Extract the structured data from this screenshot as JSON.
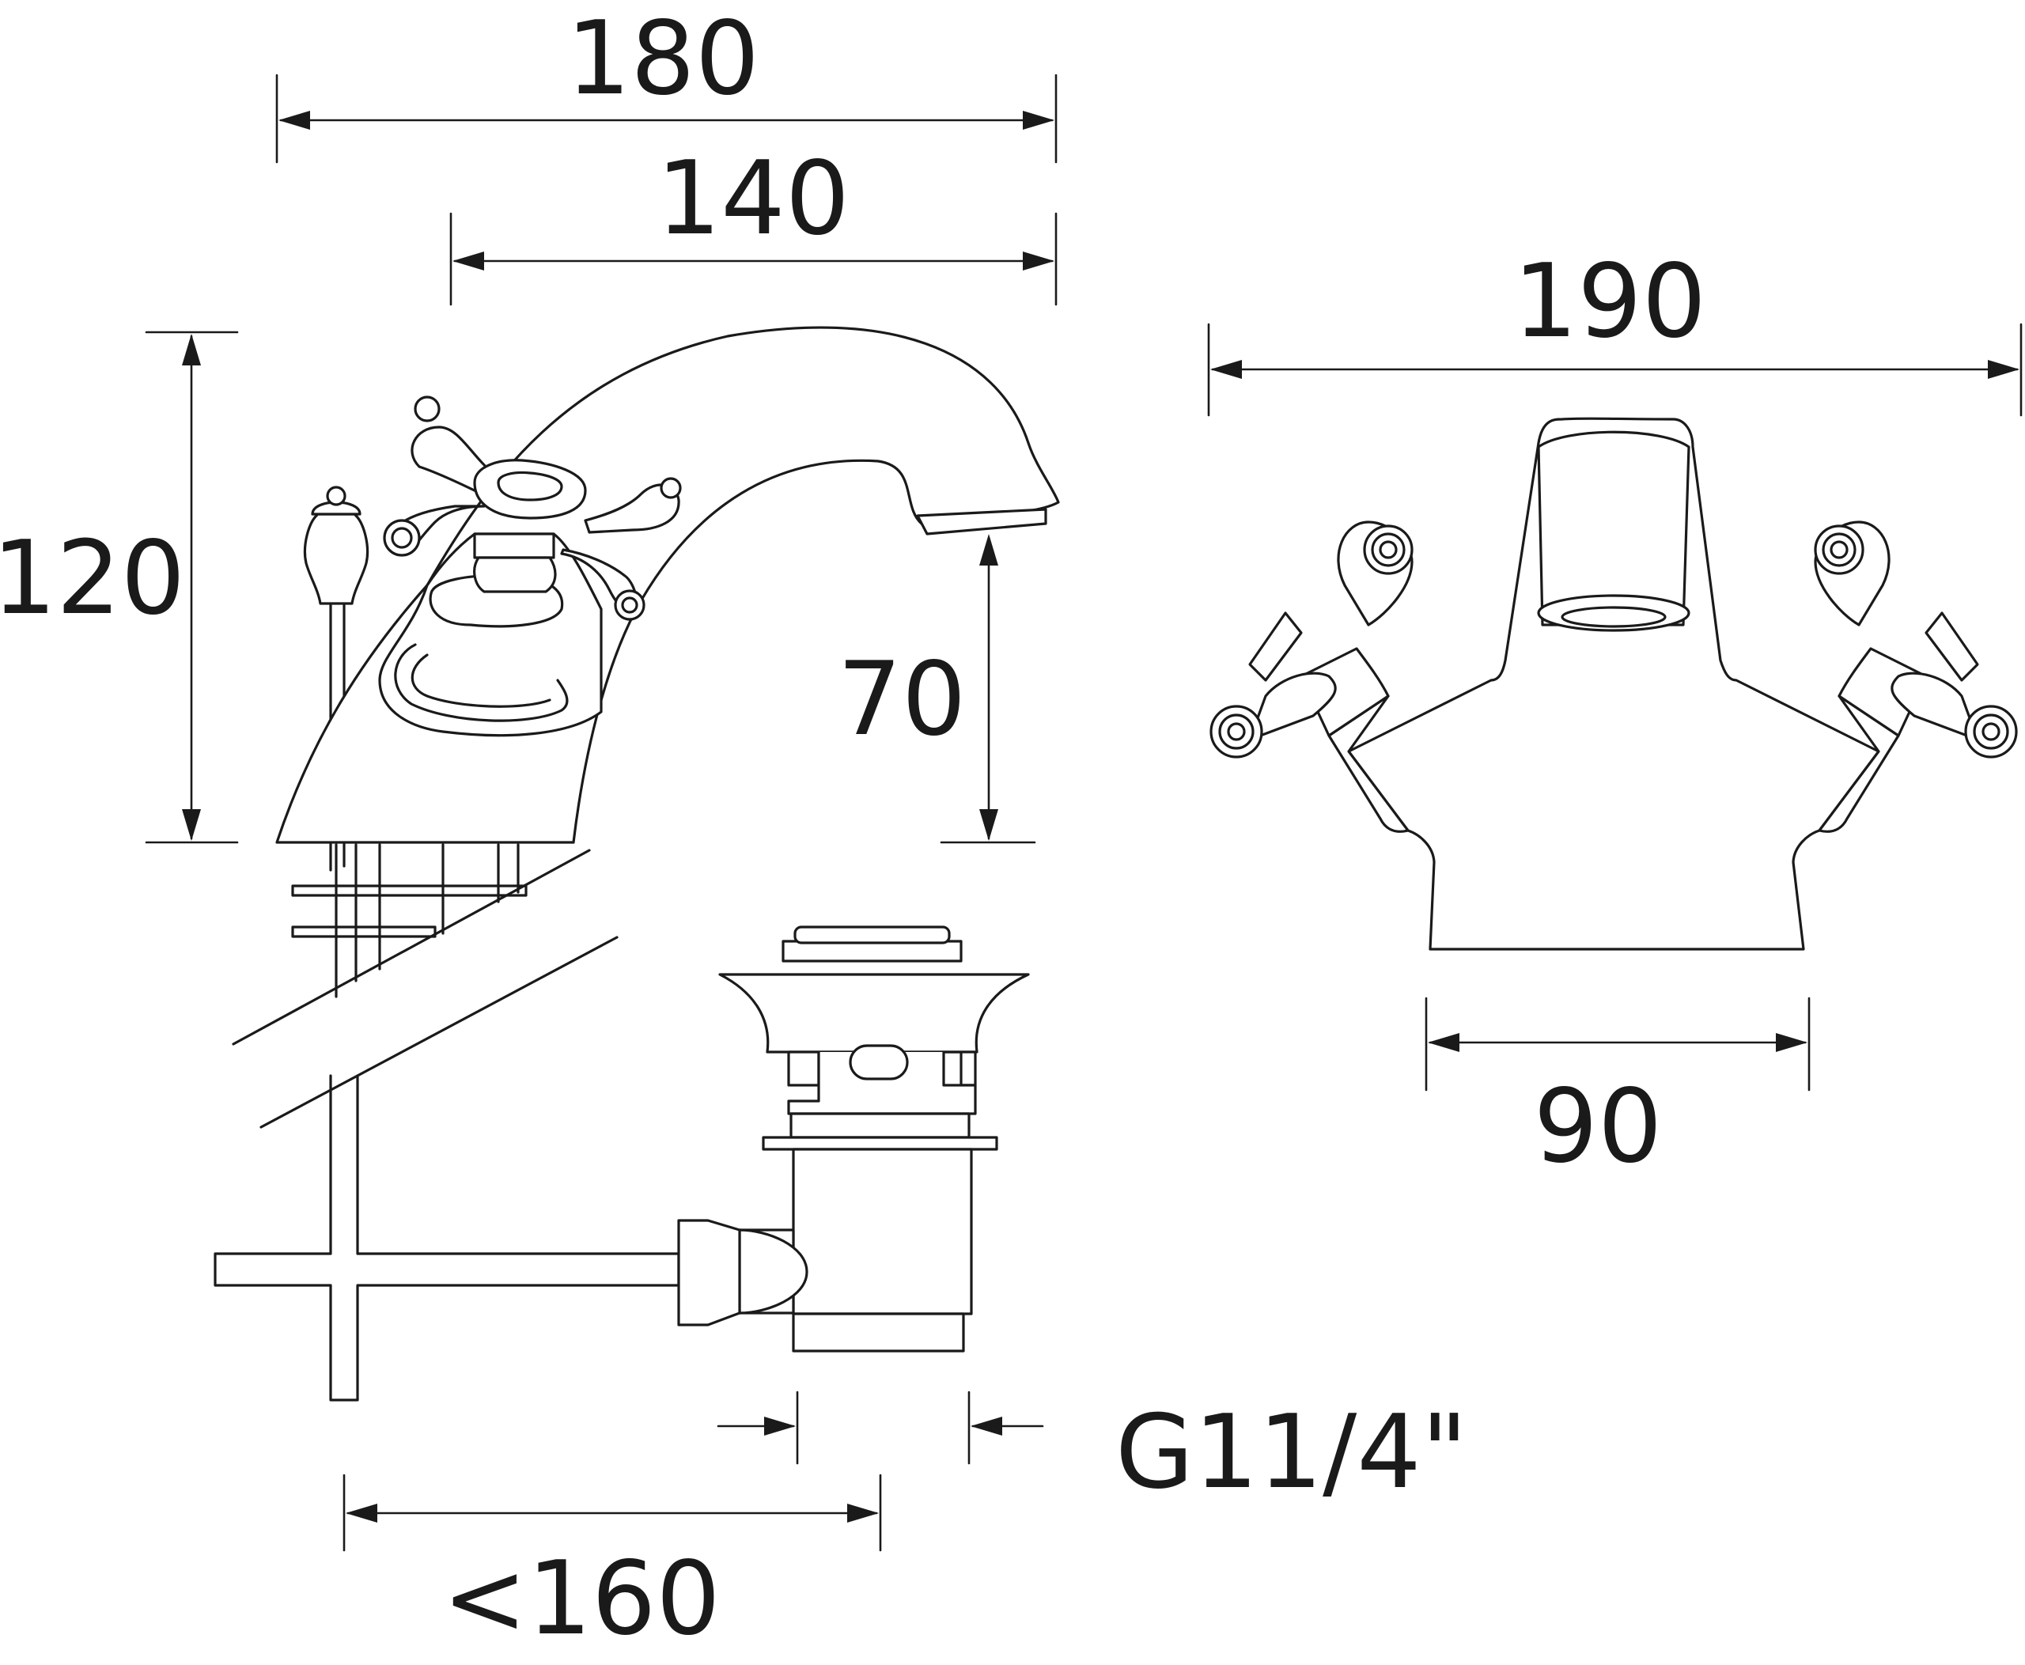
{
  "dimensions": {
    "overall_length": "180",
    "spout_reach": "140",
    "height": "120",
    "spout_height": "70",
    "front_width": "190",
    "base_width": "90",
    "waste_thread": "G11/4\"",
    "waste_reach": "<160"
  },
  "colors": {
    "line": "#1a1a1a",
    "background": "#ffffff"
  }
}
